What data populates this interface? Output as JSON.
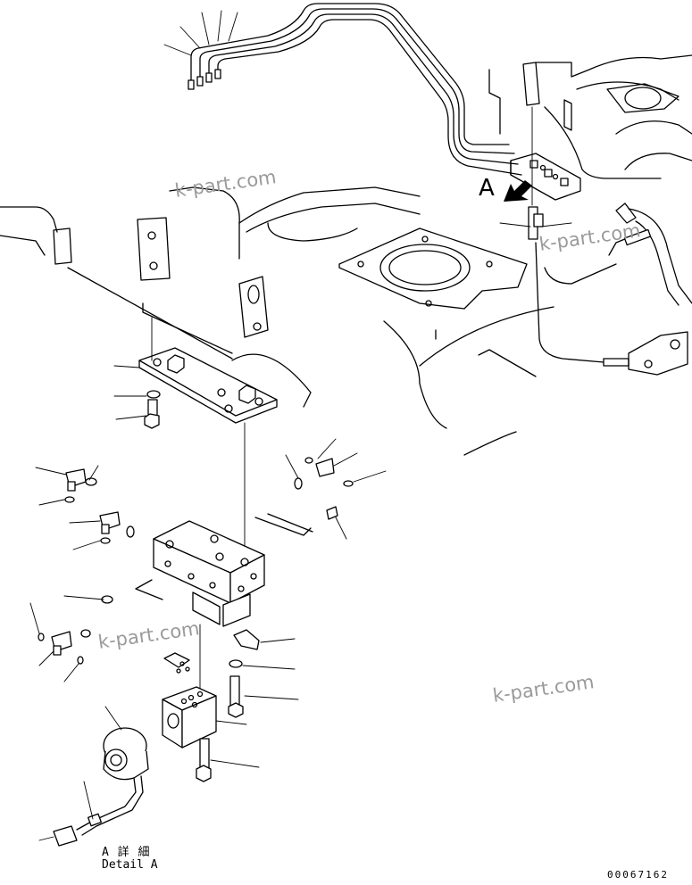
{
  "arrow_label": "A",
  "detail": {
    "line1": "A 詳 細",
    "line2": "Detail A"
  },
  "watermarks": [
    "k-part.com",
    "k-part.com",
    "k-part.com",
    "k-part.com"
  ],
  "figure_number": "00067162"
}
